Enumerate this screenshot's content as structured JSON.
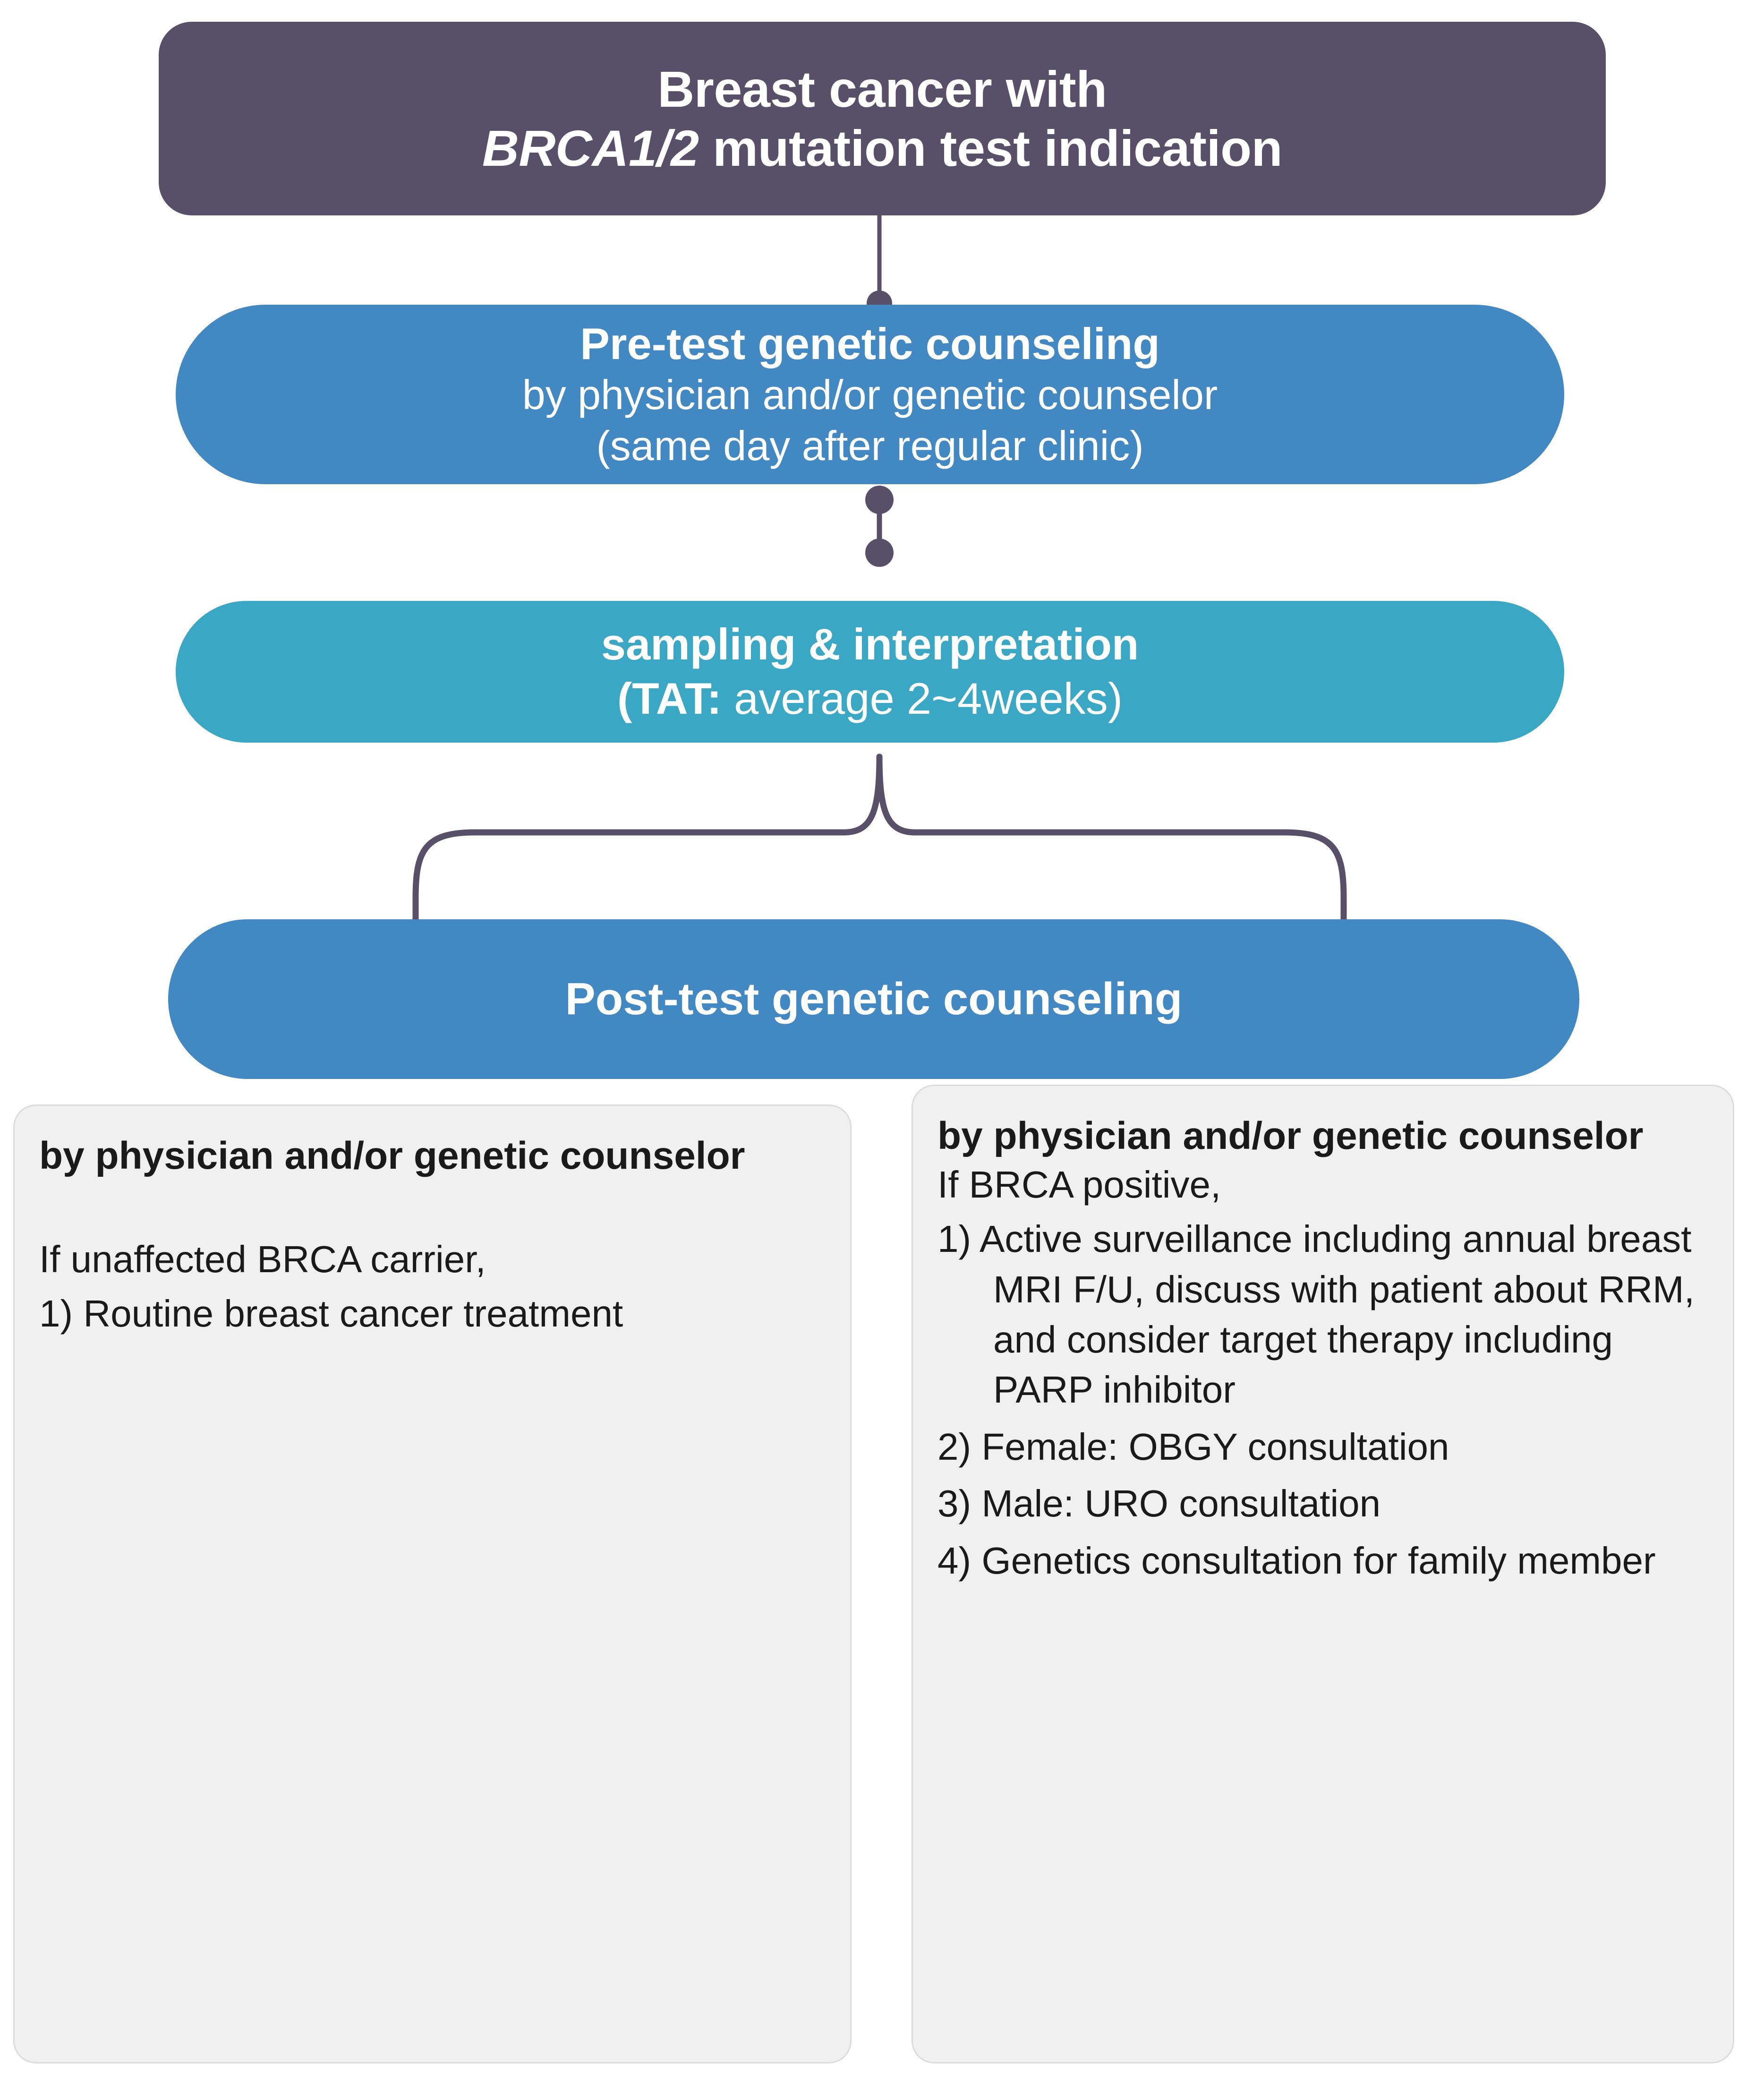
{
  "diagram": {
    "title": "Breast cancer BRCA1/2 genetic testing and counseling workflow",
    "colors": {
      "indication_box": "#585069",
      "counseling_box": "#4288c2",
      "sampling_box": "#3aa8c4",
      "panel_background": "#f0f0f0",
      "panel_border": "#dcdcdc",
      "connector": "#585069",
      "box_text": "#ffffff",
      "panel_text": "#1a1a1a"
    },
    "nodes": {
      "indication": {
        "line1": "Breast cancer with",
        "line2_italic": "BRCA1/2",
        "line2_rest": " mutation test indication"
      },
      "pretest": {
        "heading": "Pre-test genetic counseling",
        "line2": "by physician and/or genetic counselor",
        "line3": "(same day after regular clinic)"
      },
      "sampling": {
        "line1": "sampling & interpretation",
        "line2_bold": "(TAT:",
        "line2_rest": " average 2~4weeks)"
      },
      "posttest": {
        "heading": "Post-test genetic counseling"
      }
    },
    "panels": {
      "left": {
        "title": "by physician and/or genetic counselor",
        "lead": "If unaffected BRCA carrier,",
        "items": [
          "1) Routine breast cancer treatment"
        ]
      },
      "right": {
        "title": "by physician and/or genetic counselor",
        "lead": "If BRCA positive,",
        "items": [
          "1) Active surveillance including annual breast MRI F/U, discuss with patient about RRM, and consider target therapy including PARP inhibitor",
          "2) Female: OBGY consultation",
          "3) Male: URO consultation",
          "4) Genetics consultation for family member"
        ]
      }
    },
    "connectors": [
      {
        "name": "indication-to-pretest",
        "type": "line-with-end-dot"
      },
      {
        "name": "pretest-to-sampling",
        "type": "line-with-two-dots"
      },
      {
        "name": "sampling-to-posttest",
        "type": "fork-brace-two-dots"
      }
    ]
  }
}
